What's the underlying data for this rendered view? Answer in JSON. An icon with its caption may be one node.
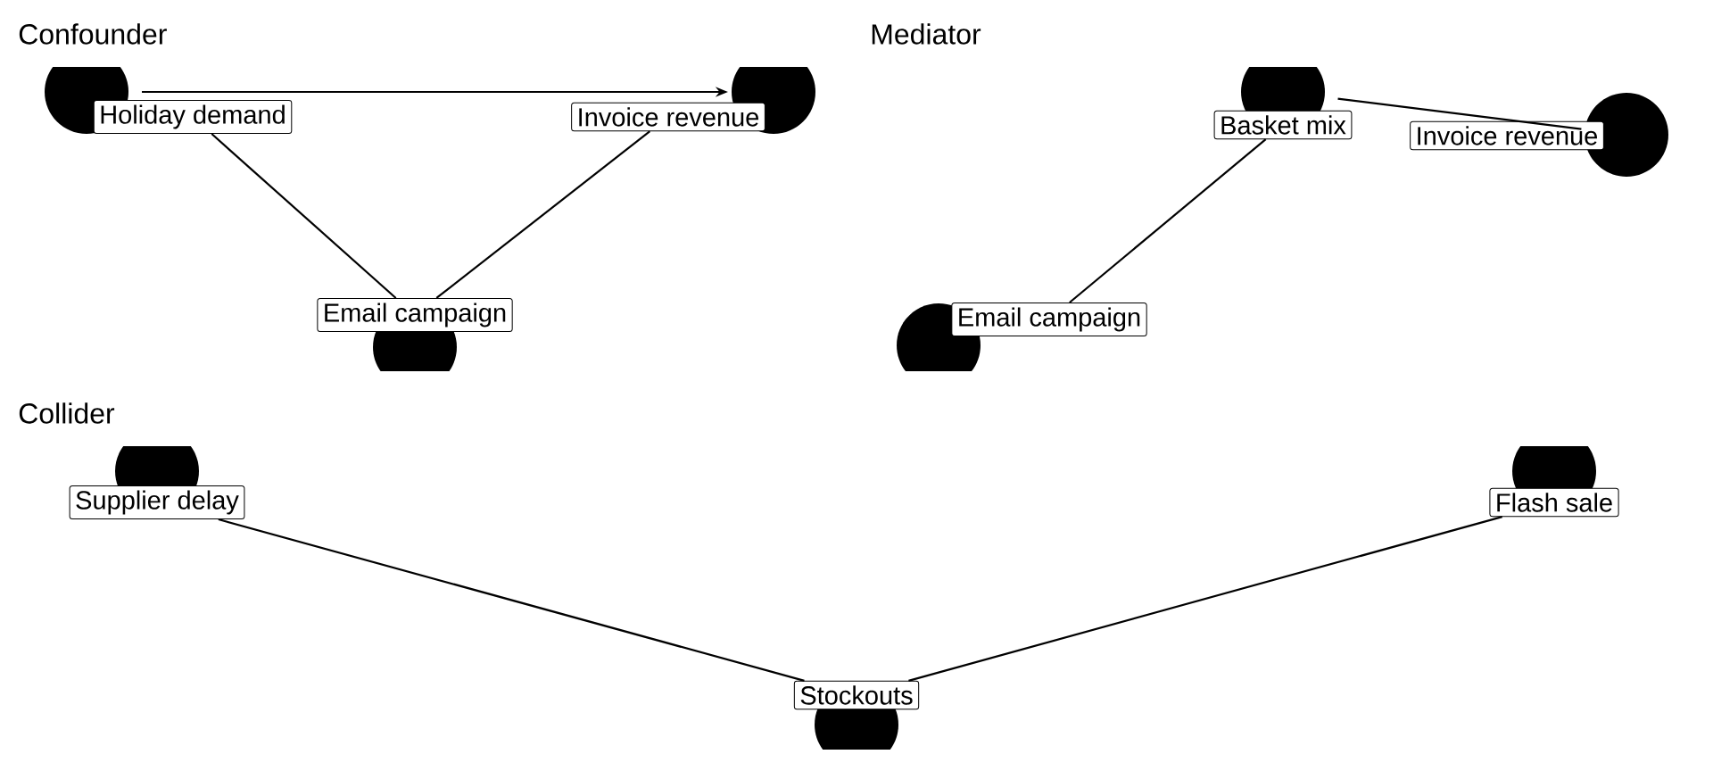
{
  "diagram": {
    "nodes": [
      {
        "text": [
          "Holiday demand"
        ]
      },
      {
        "text": [
          "Invoice revenue"
        ]
      },
      {
        "text": [
          "Email campaign"
        ]
      },
      {
        "text": [
          "Basket mix"
        ]
      },
      {
        "text": [
          "Invoice revenue"
        ]
      },
      {
        "text": [
          "Email campaign"
        ]
      },
      {
        "text": [
          "Supplier delay"
        ]
      },
      {
        "text": [
          "Flash sale"
        ]
      },
      {
        "text": [
          "Stockouts"
        ]
      }
    ],
    "edges": [
      {
        "from": 0,
        "to": 1,
        "arrow": "to"
      },
      {
        "from": 0,
        "to": 2,
        "arrow": "none"
      },
      {
        "from": 2,
        "to": 1,
        "arrow": "none"
      },
      {
        "from": 3,
        "to": 4,
        "arrow": "none"
      },
      {
        "from": 5,
        "to": 3,
        "arrow": "none"
      },
      {
        "from": 6,
        "to": 8,
        "arrow": "none"
      },
      {
        "from": 7,
        "to": 8,
        "arrow": "none"
      }
    ],
    "labels": [
      "Confounder",
      "Mediator",
      "Collider"
    ]
  }
}
